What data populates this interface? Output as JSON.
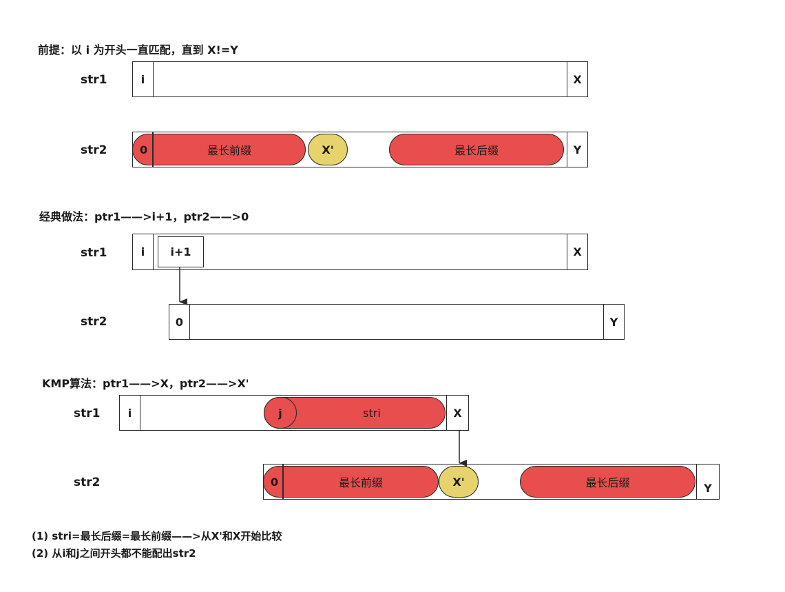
{
  "premise": {
    "heading": "前提：以 i 为开头一直匹配，直到 X!=Y",
    "str1": {
      "label": "str1",
      "left_cell": "i",
      "right_cell": "X"
    },
    "str2": {
      "label": "str2",
      "zero_cell": "0",
      "prefix_pill": "最长前缀",
      "xprime_pill": "X'",
      "suffix_pill": "最长后缀",
      "right_cell": "Y"
    }
  },
  "classic": {
    "heading": "经典做法：ptr1——>i+1，ptr2——>0",
    "str1": {
      "label": "str1",
      "left_cell": "i",
      "next_cell": "i+1",
      "right_cell": "X"
    },
    "str2": {
      "label": "str2",
      "left_cell": "0",
      "right_cell": "Y"
    }
  },
  "kmp": {
    "heading": "KMP算法：ptr1——>X，ptr2——>X'",
    "str1": {
      "label": "str1",
      "left_cell": "i",
      "j_pill": "j",
      "stri_pill": "stri",
      "right_cell": "X"
    },
    "str2": {
      "label": "str2",
      "zero_cell": "0",
      "prefix_pill": "最长前缀",
      "xprime_pill": "X'",
      "suffix_pill": "最长后缀",
      "right_cell": "Y"
    }
  },
  "notes": [
    "(1) stri=最长后缀=最长前缀——>从X'和X开始比较",
    "(2) 从i和j之间开头都不能配出str2"
  ],
  "colors": {
    "red": "#e84e4e",
    "yellow": "#e6d36d",
    "stroke": "#2b2b2b"
  }
}
